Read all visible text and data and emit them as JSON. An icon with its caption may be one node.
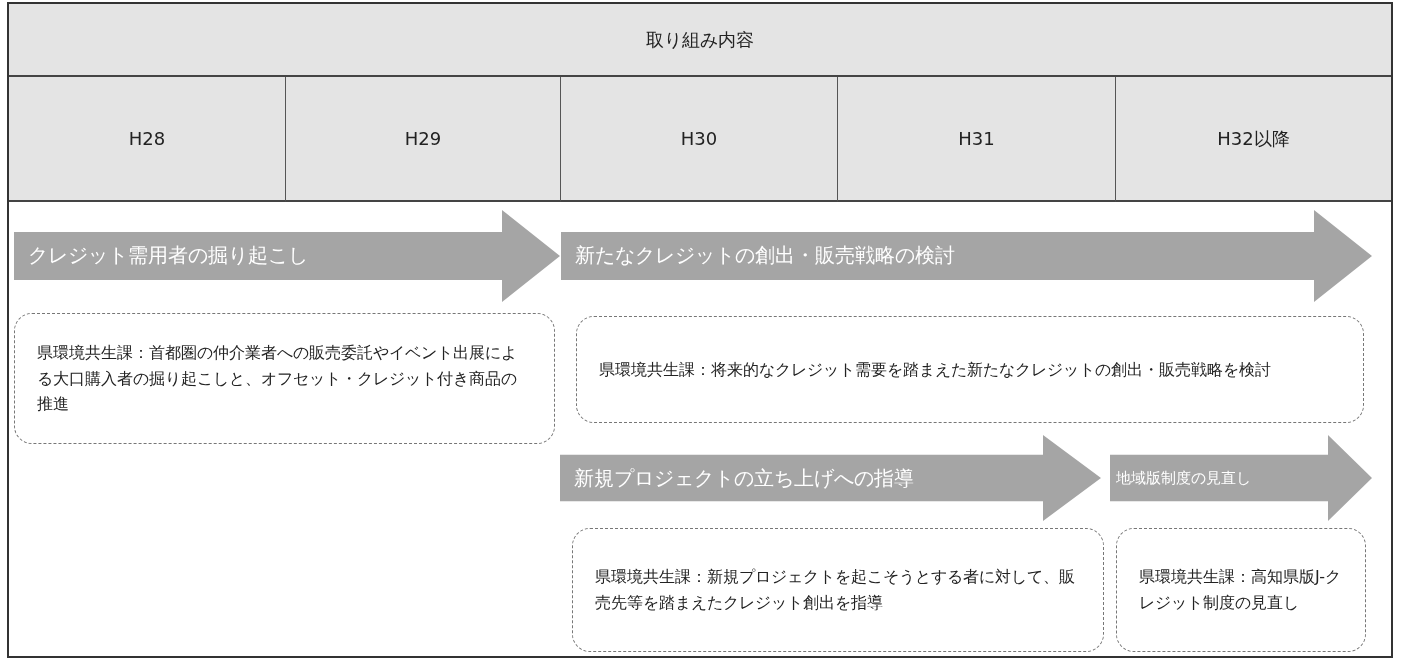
{
  "diagram": {
    "nodes": [
      {
        "text": [
          "取り組み内容"
        ]
      },
      {
        "text": [
          "H28"
        ]
      },
      {
        "text": [
          "H29"
        ]
      },
      {
        "text": [
          "H30"
        ]
      },
      {
        "text": [
          "H31"
        ]
      },
      {
        "text": [
          "H32以降"
        ]
      },
      {
        "text": [
          "クレジット需用者の掘り起こし"
        ]
      },
      {
        "text": [
          "県環境共生課：首都圏の仲介業者への販売委託やイベント出展による大口購入者の掘り起こしと、オフセット・クレジット付き商品の推進"
        ]
      },
      {
        "text": [
          "新たなクレジットの創出・販売戦略の検討"
        ]
      },
      {
        "text": [
          "県環境共生課：将来的なクレジット需要を踏まえた新たなクレジットの創出・販売戦略を検討"
        ]
      },
      {
        "text": [
          "新規プロジェクトの立ち上げへの指導"
        ]
      },
      {
        "text": [
          "県環境共生課：新規プロジェクトを起こそうとする者に対して、販売先等を踏まえたクレジット創出を指導"
        ]
      },
      {
        "text": [
          "地域版制度の見直し"
        ]
      },
      {
        "text": [
          "県環境共生課：高知県版J-クレジット制度の見直し"
        ]
      }
    ]
  }
}
